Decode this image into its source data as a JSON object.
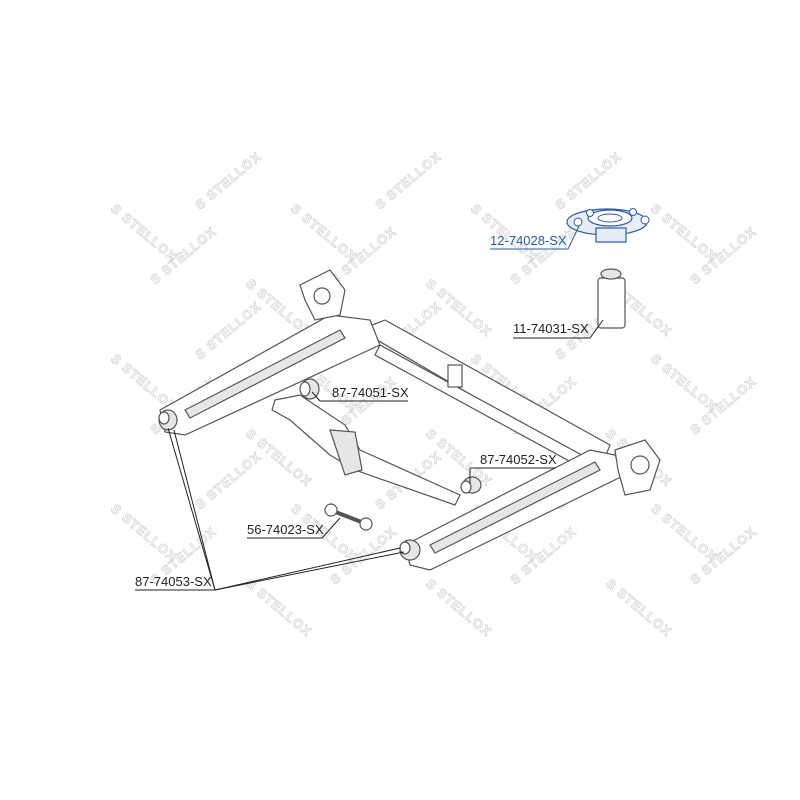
{
  "watermark": {
    "text": "STELLOX",
    "color": "#d4d4d4"
  },
  "parts": [
    {
      "id": "top-mount",
      "label": "12-74028-SX",
      "color": "#2a5aa8"
    },
    {
      "id": "bump-stop",
      "label": "11-74031-SX",
      "color": "#222222"
    },
    {
      "id": "bushing-upper",
      "label": "87-74051-SX",
      "color": "#222222"
    },
    {
      "id": "bushing-lower",
      "label": "87-74052-SX",
      "color": "#222222"
    },
    {
      "id": "link",
      "label": "56-74023-SX",
      "color": "#222222"
    },
    {
      "id": "trailing-arm-bushing",
      "label": "87-74053-SX",
      "color": "#222222"
    }
  ]
}
